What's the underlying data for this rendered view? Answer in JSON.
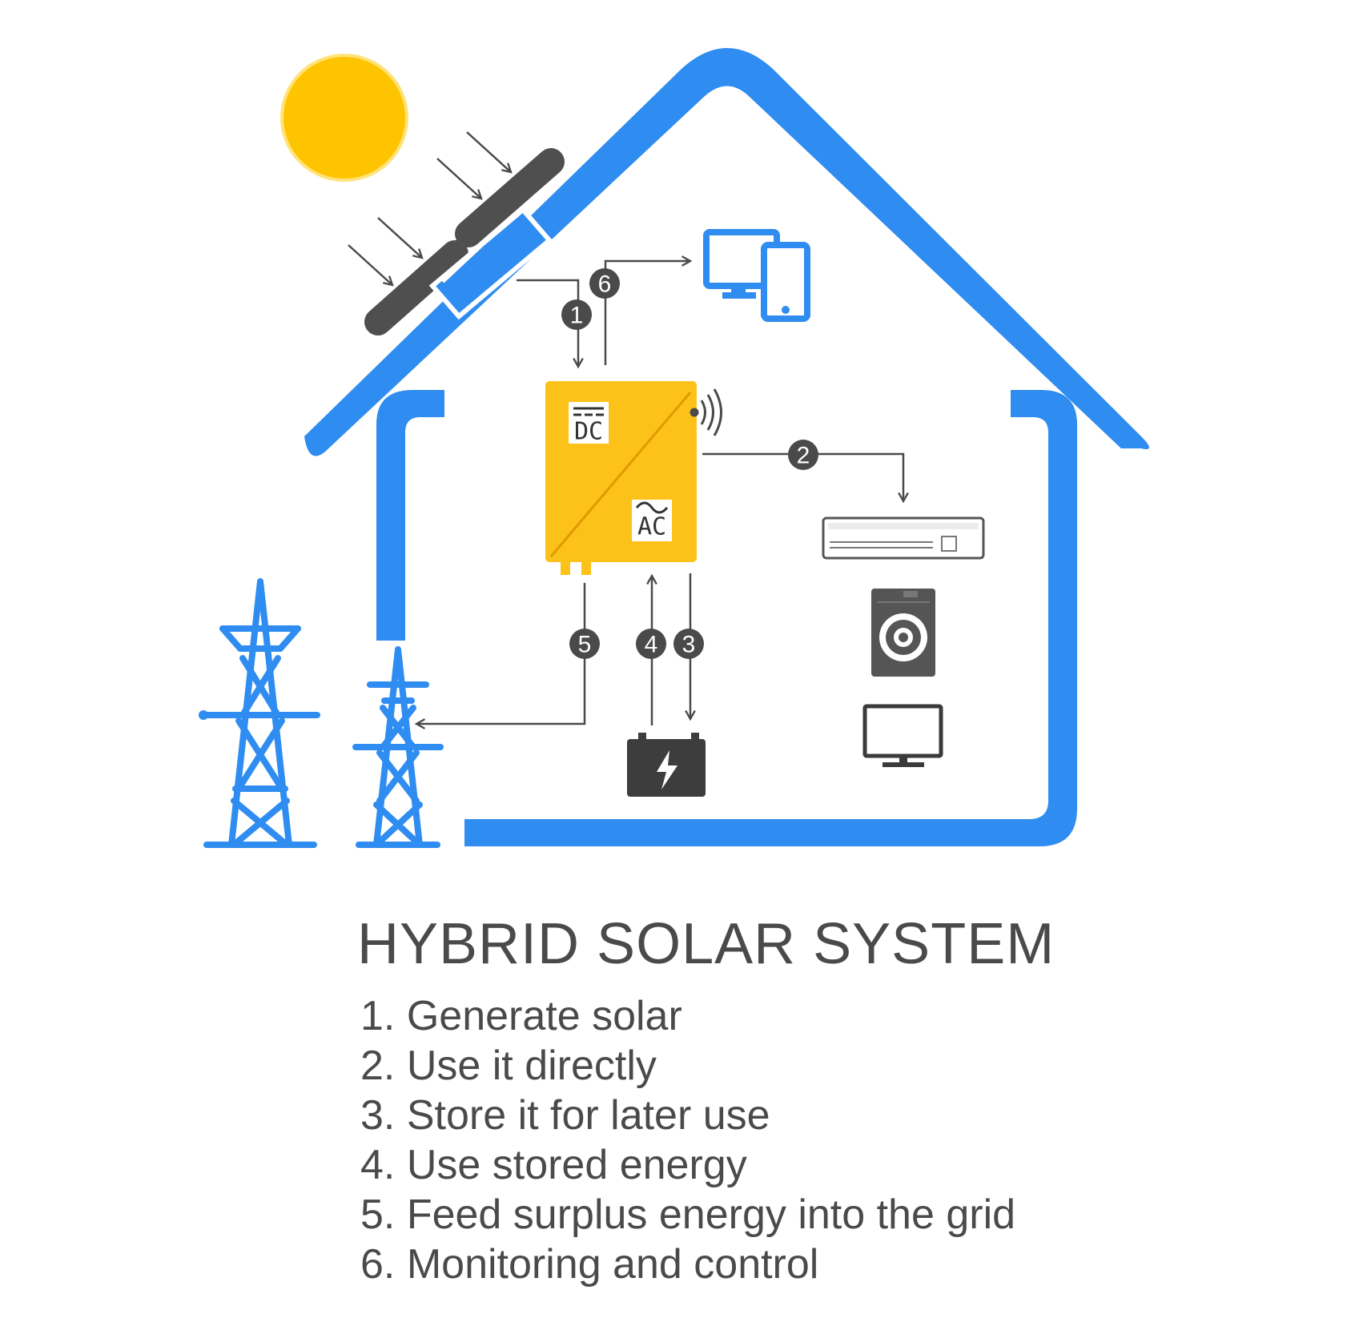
{
  "title": "HYBRID SOLAR SYSTEM",
  "steps": [
    {
      "number": "1.",
      "text": "Generate solar"
    },
    {
      "number": "2.",
      "text": "Use it directly"
    },
    {
      "number": "3.",
      "text": "Store it for later use"
    },
    {
      "number": "4.",
      "text": "Use stored energy"
    },
    {
      "number": "5.",
      "text": "Feed surplus energy into the grid"
    },
    {
      "number": "6.",
      "text": "Monitoring and control"
    }
  ],
  "flow_markers": [
    "1",
    "2",
    "3",
    "4",
    "5",
    "6"
  ],
  "inverter": {
    "dc_label": "DC",
    "ac_label": "AC"
  },
  "colors": {
    "house_blue": "#2f8cf0",
    "sun_yellow": "#ffc400",
    "inverter_yellow": "#fdc21a",
    "dark_gray": "#4a4a4a",
    "text_gray": "#4a4a4a"
  },
  "icons": [
    "sun-icon",
    "solar-panel-icon",
    "inverter-icon",
    "wifi-signal-icon",
    "monitor-icon",
    "smartphone-icon",
    "air-conditioner-icon",
    "washing-machine-icon",
    "tv-icon",
    "battery-icon",
    "power-tower-icon"
  ]
}
